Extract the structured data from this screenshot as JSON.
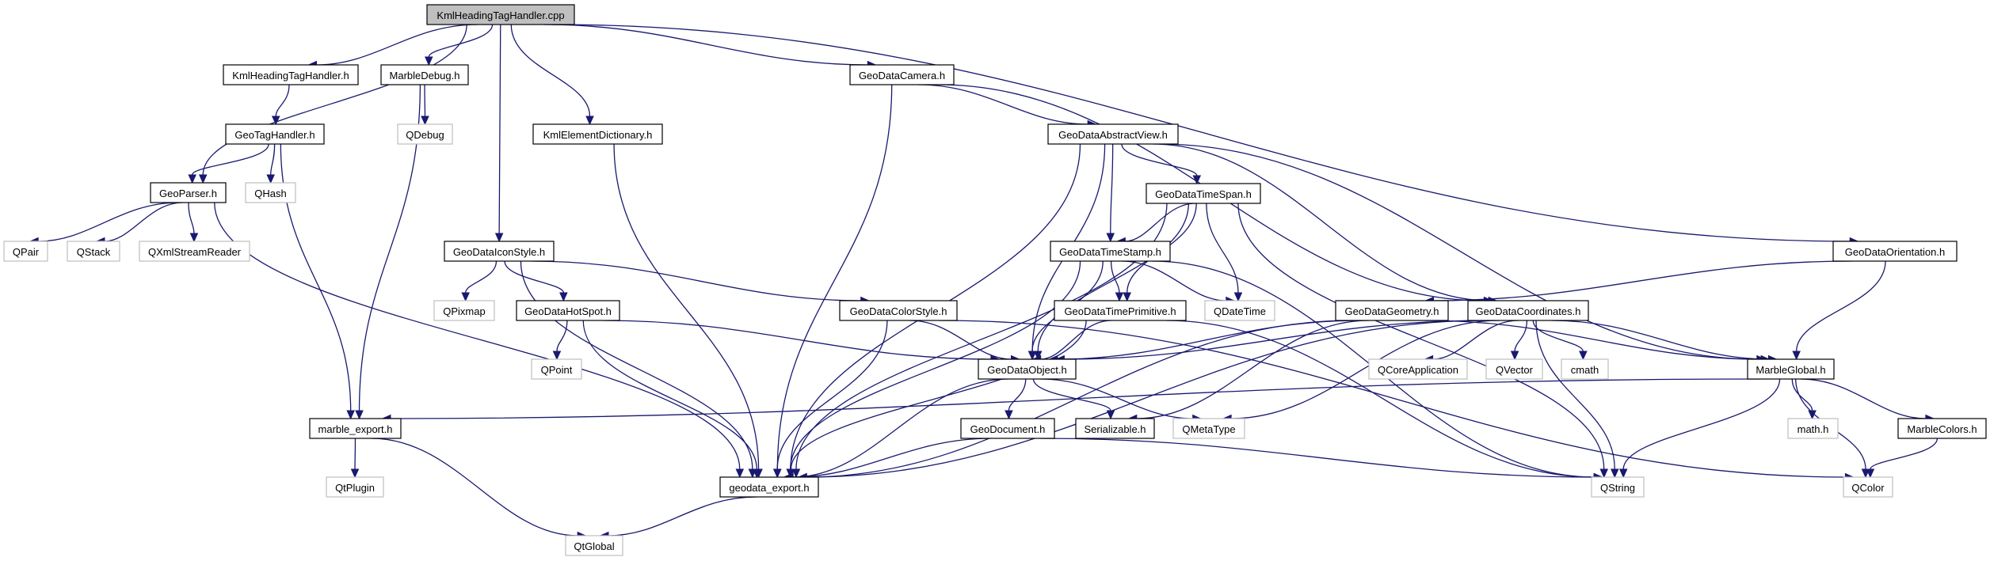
{
  "diagram": {
    "title": "KmlHeadingTagHandler.cpp",
    "type": "include-dependency-graph",
    "colors": {
      "edge": "#191970",
      "root_fill": "#bfbfbf",
      "local_border": "#000000",
      "system_border": "#bfbfbf"
    },
    "nodes": [
      {
        "id": "root",
        "label": "KmlHeadingTagHandler.cpp",
        "kind": "root"
      },
      {
        "id": "kmlh",
        "label": "KmlHeadingTagHandler.h",
        "kind": "local"
      },
      {
        "id": "mdebug",
        "label": "MarbleDebug.h",
        "kind": "local"
      },
      {
        "id": "camera",
        "label": "GeoDataCamera.h",
        "kind": "local"
      },
      {
        "id": "tagh",
        "label": "GeoTagHandler.h",
        "kind": "local"
      },
      {
        "id": "qdebug",
        "label": "QDebug",
        "kind": "system"
      },
      {
        "id": "kmldict",
        "label": "KmlElementDictionary.h",
        "kind": "local"
      },
      {
        "id": "absview",
        "label": "GeoDataAbstractView.h",
        "kind": "local"
      },
      {
        "id": "parser",
        "label": "GeoParser.h",
        "kind": "local"
      },
      {
        "id": "qhash",
        "label": "QHash",
        "kind": "system"
      },
      {
        "id": "timespan",
        "label": "GeoDataTimeSpan.h",
        "kind": "local"
      },
      {
        "id": "qpair",
        "label": "QPair",
        "kind": "system"
      },
      {
        "id": "qstack",
        "label": "QStack",
        "kind": "system"
      },
      {
        "id": "qxml",
        "label": "QXmlStreamReader",
        "kind": "system"
      },
      {
        "id": "iconstyle",
        "label": "GeoDataIconStyle.h",
        "kind": "local"
      },
      {
        "id": "timestamp",
        "label": "GeoDataTimeStamp.h",
        "kind": "local"
      },
      {
        "id": "orient",
        "label": "GeoDataOrientation.h",
        "kind": "local"
      },
      {
        "id": "qpixmap",
        "label": "QPixmap",
        "kind": "system"
      },
      {
        "id": "hotspot",
        "label": "GeoDataHotSpot.h",
        "kind": "local"
      },
      {
        "id": "colorstyle",
        "label": "GeoDataColorStyle.h",
        "kind": "local"
      },
      {
        "id": "timeprim",
        "label": "GeoDataTimePrimitive.h",
        "kind": "local"
      },
      {
        "id": "qdatetime",
        "label": "QDateTime",
        "kind": "system"
      },
      {
        "id": "geometry",
        "label": "GeoDataGeometry.h",
        "kind": "local"
      },
      {
        "id": "coords",
        "label": "GeoDataCoordinates.h",
        "kind": "local"
      },
      {
        "id": "qpoint",
        "label": "QPoint",
        "kind": "system"
      },
      {
        "id": "object",
        "label": "GeoDataObject.h",
        "kind": "local"
      },
      {
        "id": "qcoreapp",
        "label": "QCoreApplication",
        "kind": "system"
      },
      {
        "id": "qvector",
        "label": "QVector",
        "kind": "system"
      },
      {
        "id": "cmath",
        "label": "cmath",
        "kind": "system"
      },
      {
        "id": "mglobal",
        "label": "MarbleGlobal.h",
        "kind": "local"
      },
      {
        "id": "mexport",
        "label": "marble_export.h",
        "kind": "local"
      },
      {
        "id": "geodoc",
        "label": "GeoDocument.h",
        "kind": "local"
      },
      {
        "id": "serial",
        "label": "Serializable.h",
        "kind": "local"
      },
      {
        "id": "qmetatype",
        "label": "QMetaType",
        "kind": "system"
      },
      {
        "id": "mathh",
        "label": "math.h",
        "kind": "system"
      },
      {
        "id": "mcolors",
        "label": "MarbleColors.h",
        "kind": "local"
      },
      {
        "id": "gexport",
        "label": "geodata_export.h",
        "kind": "local"
      },
      {
        "id": "qtplugin",
        "label": "QtPlugin",
        "kind": "system"
      },
      {
        "id": "qstring",
        "label": "QString",
        "kind": "system"
      },
      {
        "id": "qcolor",
        "label": "QColor",
        "kind": "system"
      },
      {
        "id": "qtglobal",
        "label": "QtGlobal",
        "kind": "system"
      }
    ],
    "edges": [
      [
        "root",
        "kmlh"
      ],
      [
        "root",
        "mdebug"
      ],
      [
        "root",
        "camera"
      ],
      [
        "root",
        "parser"
      ],
      [
        "root",
        "kmldict"
      ],
      [
        "root",
        "iconstyle"
      ],
      [
        "root",
        "orient"
      ],
      [
        "kmlh",
        "tagh"
      ],
      [
        "tagh",
        "parser"
      ],
      [
        "tagh",
        "qhash"
      ],
      [
        "tagh",
        "mexport"
      ],
      [
        "parser",
        "qpair"
      ],
      [
        "parser",
        "qstack"
      ],
      [
        "parser",
        "qxml"
      ],
      [
        "parser",
        "gexport"
      ],
      [
        "mdebug",
        "qdebug"
      ],
      [
        "mdebug",
        "mexport"
      ],
      [
        "kmldict",
        "gexport"
      ],
      [
        "camera",
        "absview"
      ],
      [
        "camera",
        "gexport"
      ],
      [
        "camera",
        "coords"
      ],
      [
        "absview",
        "timespan"
      ],
      [
        "absview",
        "timestamp"
      ],
      [
        "absview",
        "object"
      ],
      [
        "absview",
        "gexport"
      ],
      [
        "absview",
        "coords"
      ],
      [
        "absview",
        "mglobal"
      ],
      [
        "timespan",
        "timestamp"
      ],
      [
        "timespan",
        "timeprim"
      ],
      [
        "timespan",
        "qdatetime"
      ],
      [
        "timespan",
        "object"
      ],
      [
        "timespan",
        "gexport"
      ],
      [
        "timespan",
        "qstring"
      ],
      [
        "timestamp",
        "timeprim"
      ],
      [
        "timestamp",
        "qdatetime"
      ],
      [
        "timestamp",
        "object"
      ],
      [
        "timestamp",
        "gexport"
      ],
      [
        "timestamp",
        "qstring"
      ],
      [
        "timeprim",
        "object"
      ],
      [
        "timeprim",
        "gexport"
      ],
      [
        "timeprim",
        "qstring"
      ],
      [
        "iconstyle",
        "qpixmap"
      ],
      [
        "iconstyle",
        "hotspot"
      ],
      [
        "iconstyle",
        "colorstyle"
      ],
      [
        "iconstyle",
        "gexport"
      ],
      [
        "hotspot",
        "qpoint"
      ],
      [
        "hotspot",
        "object"
      ],
      [
        "hotspot",
        "gexport"
      ],
      [
        "colorstyle",
        "object"
      ],
      [
        "colorstyle",
        "gexport"
      ],
      [
        "colorstyle",
        "qcolor"
      ],
      [
        "orient",
        "geometry"
      ],
      [
        "orient",
        "mglobal"
      ],
      [
        "geometry",
        "object"
      ],
      [
        "geometry",
        "gexport"
      ],
      [
        "geometry",
        "serial"
      ],
      [
        "geometry",
        "mglobal"
      ],
      [
        "coords",
        "qcoreapp"
      ],
      [
        "coords",
        "qvector"
      ],
      [
        "coords",
        "cmath"
      ],
      [
        "coords",
        "qstring"
      ],
      [
        "coords",
        "mglobal"
      ],
      [
        "coords",
        "object"
      ],
      [
        "coords",
        "gexport"
      ],
      [
        "coords",
        "qmetatype"
      ],
      [
        "object",
        "geodoc"
      ],
      [
        "object",
        "serial"
      ],
      [
        "object",
        "qmetatype"
      ],
      [
        "object",
        "gexport"
      ],
      [
        "geodoc",
        "gexport"
      ],
      [
        "geodoc",
        "qstring"
      ],
      [
        "mglobal",
        "mathh"
      ],
      [
        "mglobal",
        "mcolors"
      ],
      [
        "mglobal",
        "qcolor"
      ],
      [
        "mglobal",
        "qstring"
      ],
      [
        "mglobal",
        "mexport"
      ],
      [
        "mcolors",
        "qcolor"
      ],
      [
        "mexport",
        "qtplugin"
      ],
      [
        "mexport",
        "qtglobal"
      ],
      [
        "gexport",
        "qtglobal"
      ]
    ]
  }
}
